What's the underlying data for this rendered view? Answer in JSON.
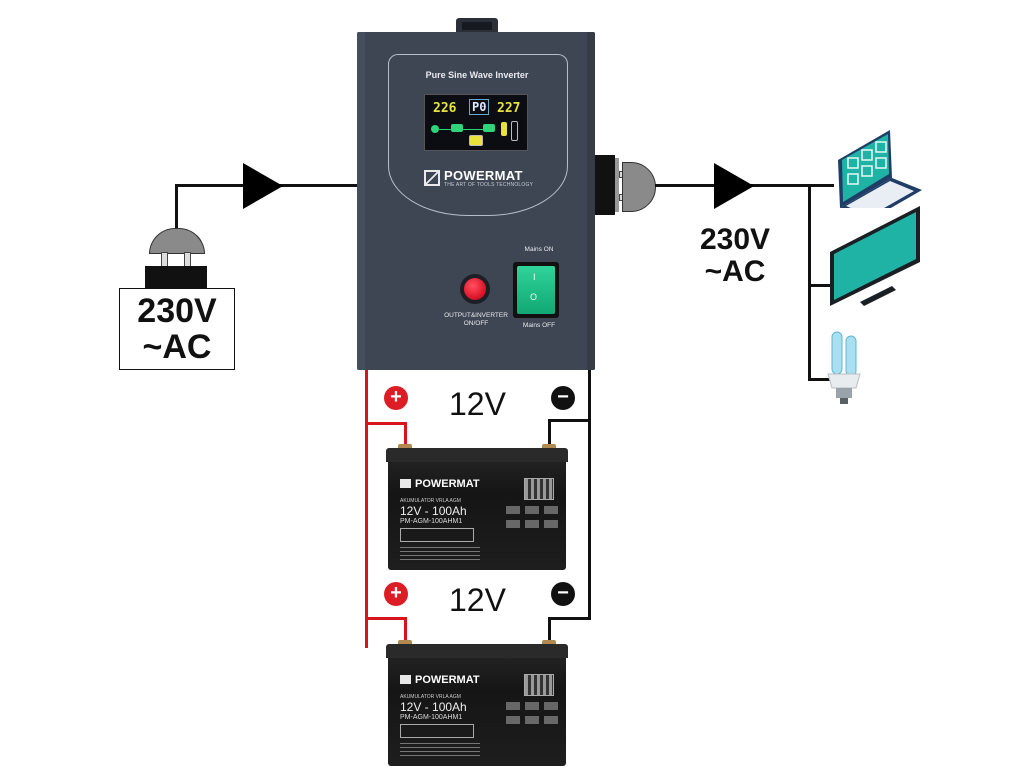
{
  "diagram": {
    "type": "inverter-wiring",
    "input": {
      "voltage_label": "230V",
      "current_type_label": "~AC",
      "flow_direction": "into-inverter"
    },
    "output": {
      "voltage_label": "230V",
      "current_type_label": "~AC",
      "flow_direction": "out-of-inverter",
      "loads": [
        {
          "name": "laptop",
          "icon": "laptop-icon"
        },
        {
          "name": "tv",
          "icon": "monitor-icon"
        },
        {
          "name": "lamp",
          "icon": "bulb-icon"
        }
      ]
    },
    "inverter": {
      "panel_title": "Pure Sine Wave Inverter",
      "display": {
        "input_value": "226",
        "mode": "P0",
        "output_value": "227"
      },
      "brand": "POWERMAT",
      "brand_tagline": "THE ART OF TOOLS TECHNOLOGY",
      "button_label": "OUTPUT&INVERTER\nON/OFF",
      "button_label_line1": "OUTPUT&INVERTER",
      "button_label_line2": "ON/OFF",
      "switch_on_label": "Mains ON",
      "switch_off_label": "Mains OFF",
      "switch_on_symbol": "I",
      "switch_off_symbol": "O"
    },
    "batteries": [
      {
        "voltage_label": "12V",
        "brand": "POWERMAT",
        "type_label": "AKUMULATOR VRLA AGM",
        "rating": "12V - 100Ah",
        "model": "PM-AGM-100AHM1",
        "positive_symbol": "+",
        "negative_symbol": "−"
      },
      {
        "voltage_label": "12V",
        "brand": "POWERMAT",
        "type_label": "AKUMULATOR VRLA AGM",
        "rating": "12V - 100Ah",
        "model": "PM-AGM-100AHM1",
        "positive_symbol": "+",
        "negative_symbol": "−"
      }
    ],
    "colors": {
      "positive_wire": "#d8141c",
      "negative_wire": "#111111",
      "inverter_body": "#3e4654",
      "power_button": "#e0182c",
      "mains_switch": "#12a873",
      "load_accent": "#1fb3a6"
    }
  }
}
